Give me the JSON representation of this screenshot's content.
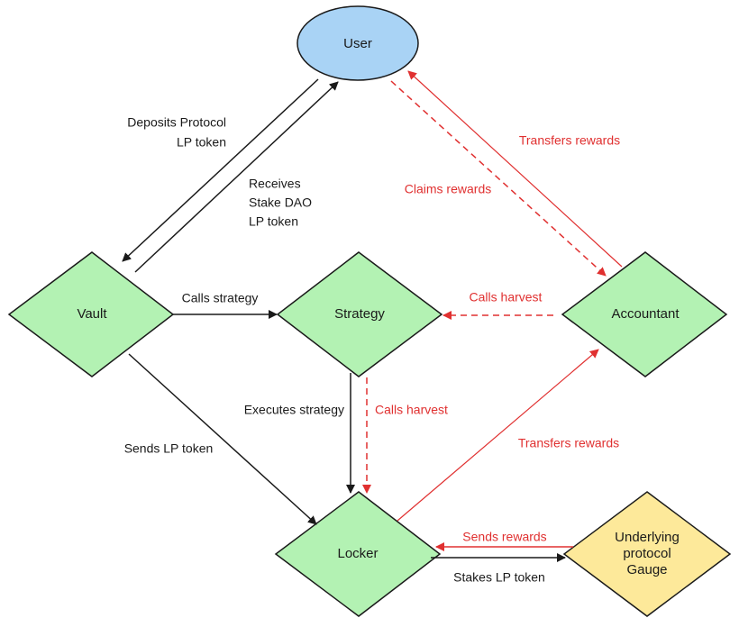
{
  "colors": {
    "user_fill": "#a9d3f5",
    "node_fill": "#b3f2b3",
    "gauge_fill": "#fde99a",
    "black": "#1a1a1a",
    "red": "#e03030"
  },
  "nodes": {
    "user": "User",
    "vault": "Vault",
    "strategy": "Strategy",
    "accountant": "Accountant",
    "locker": "Locker",
    "gauge": [
      "Underlying",
      "protocol",
      "Gauge"
    ]
  },
  "edges": {
    "deposits": [
      "Deposits Protocol",
      "LP token"
    ],
    "receives": [
      "Receives",
      "Stake DAO",
      "LP token"
    ],
    "calls_strategy": "Calls strategy",
    "executes_strategy": "Executes strategy",
    "sends_lp_token": "Sends LP token",
    "calls_harvest_top": "Calls harvest",
    "calls_harvest_down": "Calls harvest",
    "claims_rewards": "Claims rewards",
    "transfers_rewards_user": "Transfers rewards",
    "transfers_rewards_accountant": "Transfers rewards",
    "sends_rewards": "Sends rewards",
    "stakes_lp_token": "Stakes LP token"
  }
}
